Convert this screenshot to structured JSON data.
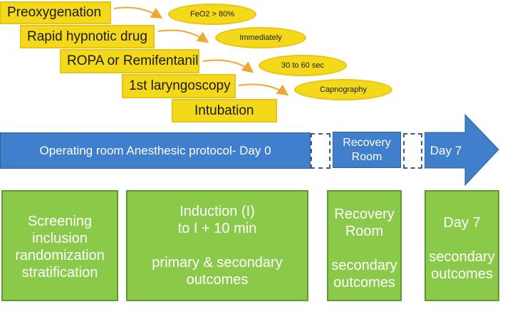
{
  "steps": [
    {
      "label": "Preoxygenation",
      "note": "FeO2 > 80%"
    },
    {
      "label": "Rapid hypnotic drug",
      "note": "Immediately"
    },
    {
      "label": "ROPA or Remifentanil",
      "note": "30 to 60 sec"
    },
    {
      "label": "1st laryngoscopy",
      "note": "Capnography"
    },
    {
      "label": "Intubation"
    }
  ],
  "timeline": {
    "operating_room": "Operating room Anesthesic protocol- Day 0",
    "recovery_line1": "Recovery",
    "recovery_line2": "Room",
    "day7": "Day 7"
  },
  "phases": [
    {
      "lines": [
        "Screening",
        "inclusion",
        "randomization",
        "stratification"
      ]
    },
    {
      "lines": [
        "Induction (I)",
        "to I + 10 min",
        "",
        "primary & secondary",
        "outcomes"
      ]
    },
    {
      "lines": [
        "Recovery",
        "Room",
        "",
        "secondary",
        "outcomes"
      ]
    },
    {
      "lines": [
        "Day 7",
        "",
        "secondary",
        "outcomes"
      ]
    }
  ],
  "colors": {
    "step_fill": "#f4d91a",
    "timeline_blue": "#3f7fcc",
    "phase_green": "#8bc94b",
    "arrow_orange": "#f0a830"
  }
}
